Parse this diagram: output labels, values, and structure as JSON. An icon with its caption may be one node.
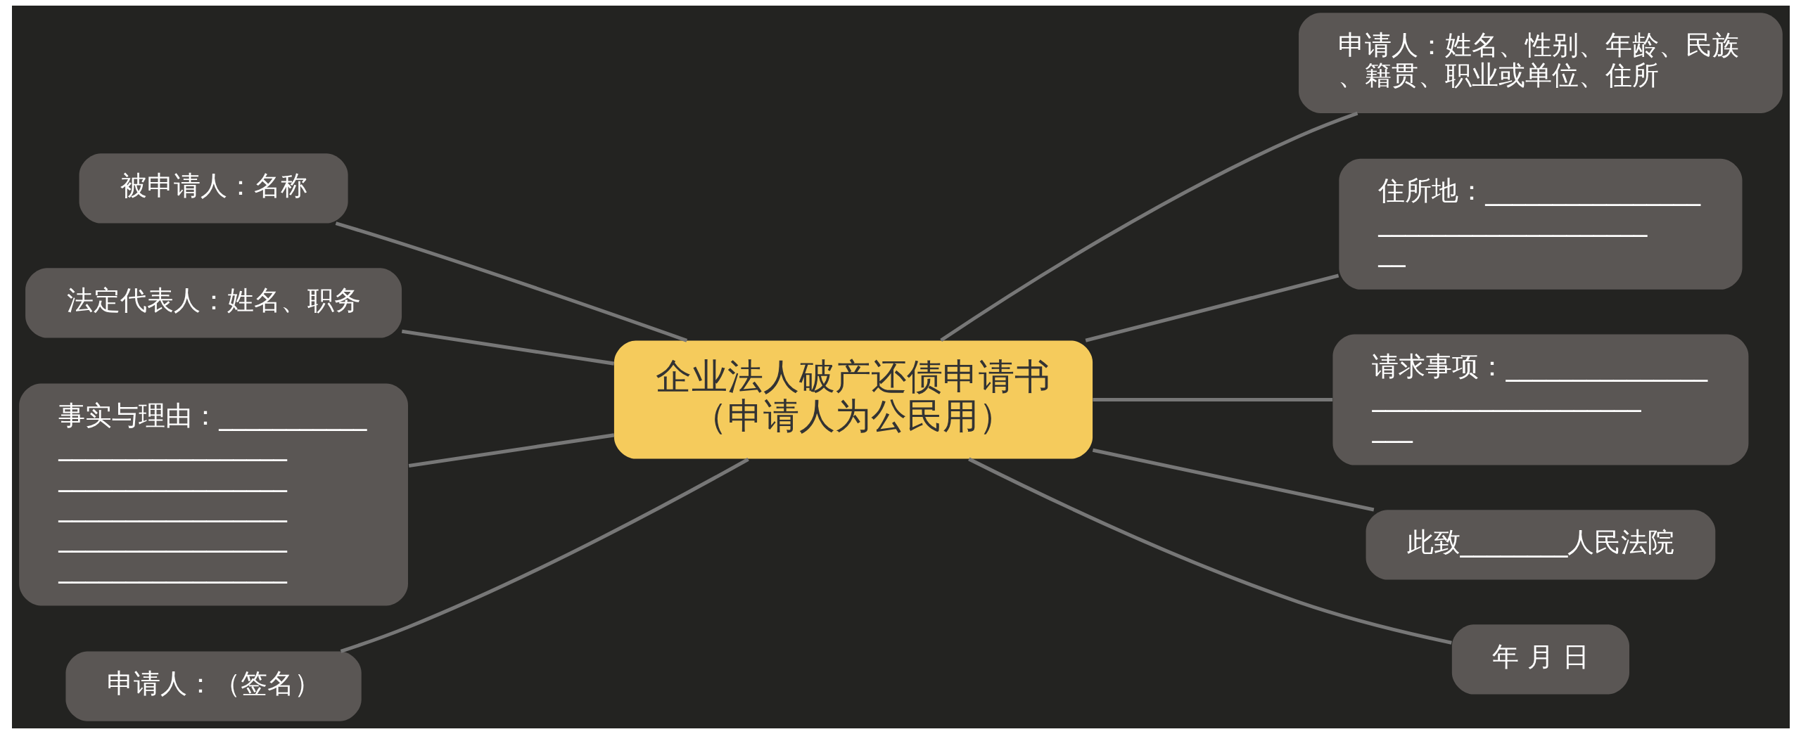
{
  "diagram": {
    "nodes": [
      {
        "text": [
          "企业法人破产还债申请书（申请人为公民用）"
        ]
      },
      {
        "text": [
          "被申请人：名称"
        ]
      },
      {
        "text": [
          "法定代表人：姓名、职务"
        ]
      },
      {
        "text": [
          "事实与理由：________________________________________________________________________________________________"
        ]
      },
      {
        "text": [
          "申请人：（签名）"
        ]
      },
      {
        "text": [
          "申请人：姓名、性别、年龄、民族、籍贯、职业或单位、住所"
        ]
      },
      {
        "text": [
          "住所地：______________________________________"
        ]
      },
      {
        "text": [
          "请求事项：______________________________________"
        ]
      },
      {
        "text": [
          "此致________人民法院"
        ]
      },
      {
        "text": [
          "年 月 日"
        ]
      }
    ],
    "edges": [
      {
        "from": 0,
        "to": 1,
        "arrow": "none"
      },
      {
        "from": 0,
        "to": 2,
        "arrow": "none"
      },
      {
        "from": 0,
        "to": 3,
        "arrow": "none"
      },
      {
        "from": 0,
        "to": 4,
        "arrow": "none"
      },
      {
        "from": 0,
        "to": 5,
        "arrow": "none"
      },
      {
        "from": 0,
        "to": 6,
        "arrow": "none"
      },
      {
        "from": 0,
        "to": 7,
        "arrow": "none"
      },
      {
        "from": 0,
        "to": 8,
        "arrow": "none"
      },
      {
        "from": 0,
        "to": 9,
        "arrow": "none"
      }
    ]
  }
}
